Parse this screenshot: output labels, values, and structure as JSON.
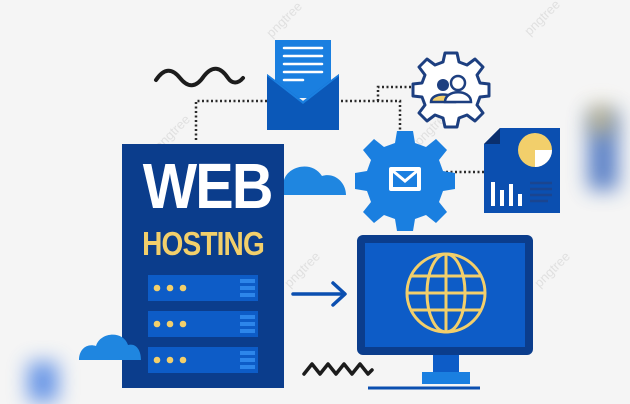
{
  "illustration": {
    "title_line1": "WEB",
    "title_line2": "HOSTING",
    "watermark": "pngtree"
  },
  "colors": {
    "background": "#f5f5f5",
    "navy": "#0b3d8c",
    "blue": "#0d5cc7",
    "bright_blue": "#1a7fe0",
    "cloud_blue": "#1f86e0",
    "yellow": "#f2cf6b",
    "white": "#ffffff",
    "dark_line": "#1c1c1c",
    "outline_navy": "#1d3f80"
  },
  "elements": {
    "server_units": 3,
    "dots_per_unit": 3,
    "icons": [
      "envelope-document-icon",
      "gear-users-icon",
      "gear-mail-icon",
      "report-document-icon",
      "monitor-globe-icon",
      "cloud-icon",
      "arrow-right-icon",
      "wave-icon",
      "zigzag-icon"
    ]
  }
}
